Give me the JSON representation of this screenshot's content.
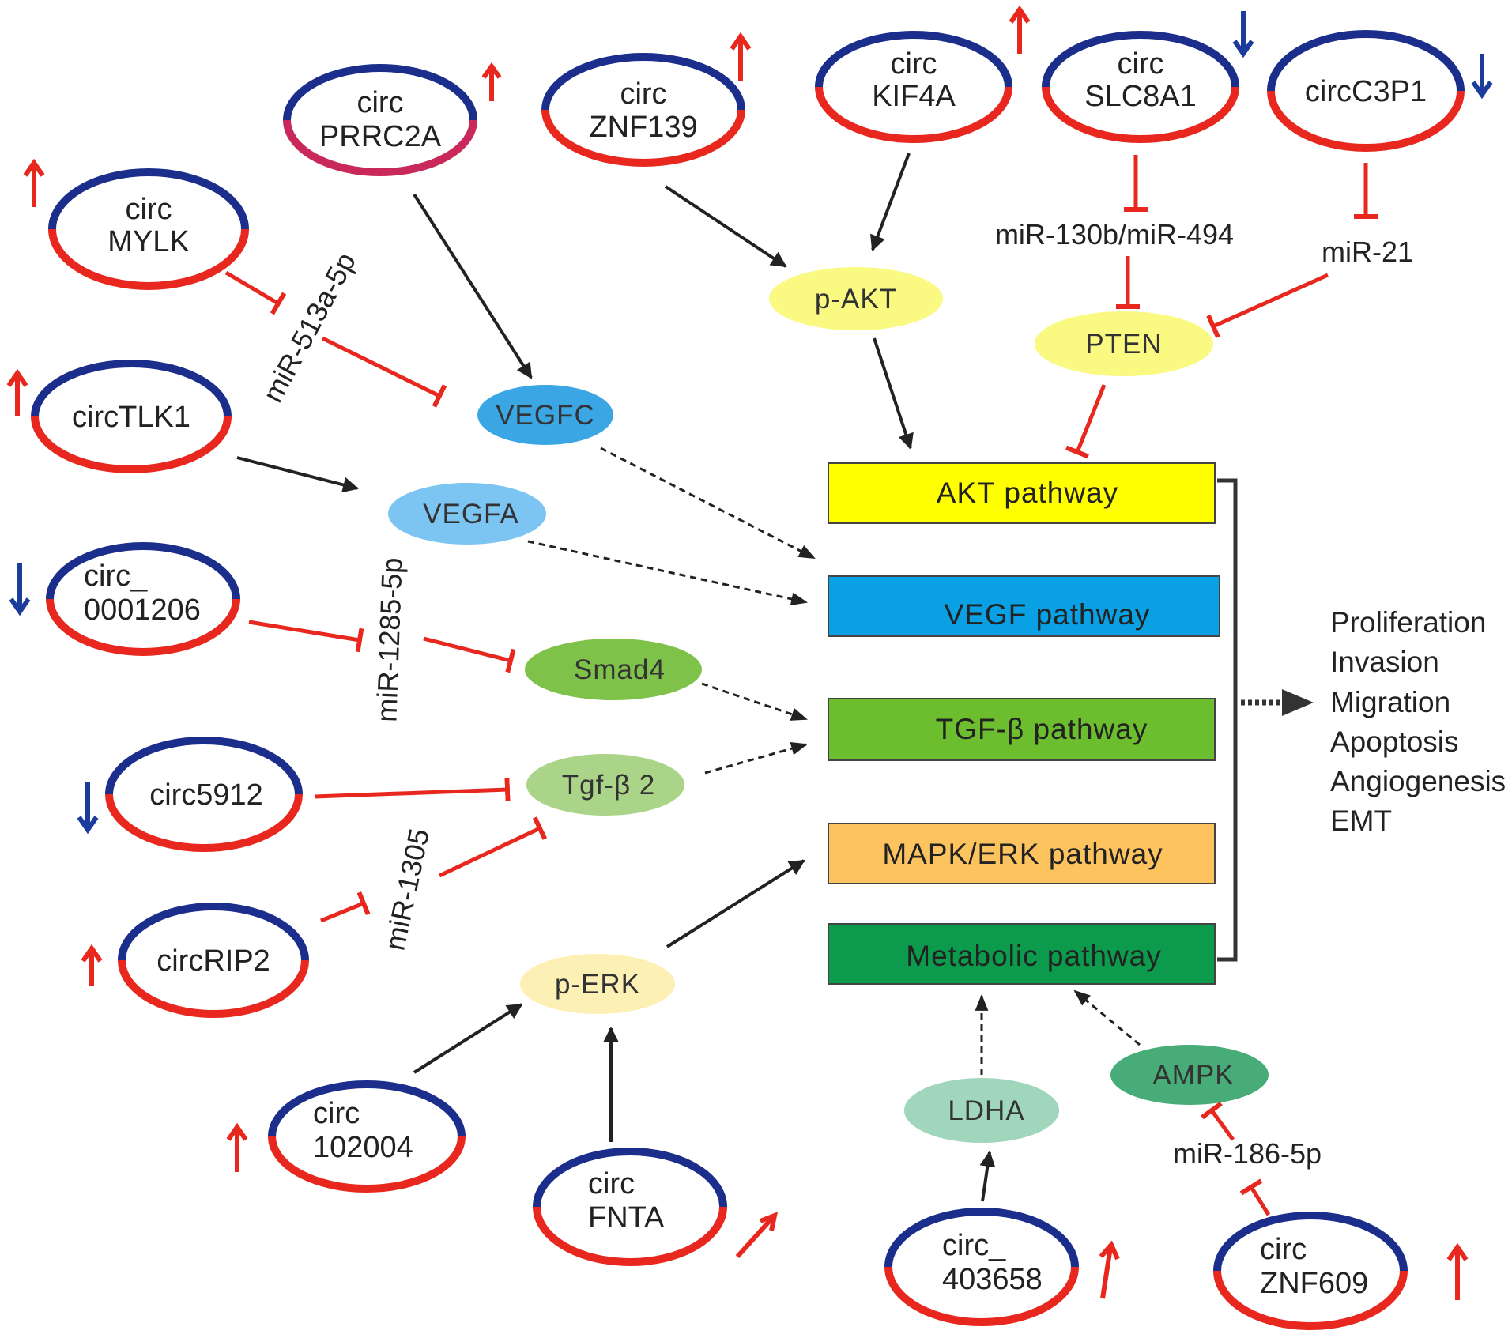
{
  "colors": {
    "circ_top": "#1c2e8c",
    "circ_bottom": "#e8281e",
    "up_arrow": "#e8281e",
    "down_arrow": "#1c3c9c",
    "inhibit": "#e8281e",
    "activate": "#222222",
    "node_yellow": "#fafa82",
    "node_blue": "#3aa6e4",
    "node_lightblue": "#7cc4f2",
    "node_green": "#7ec24a",
    "node_lightgreen": "#aad488",
    "node_cream": "#fdf0b4",
    "node_mint": "#9fd6bc",
    "node_teal": "#48ac78",
    "pw_akt": "#ffff00",
    "pw_vegf": "#0aa0e4",
    "pw_tgf": "#6cbe2e",
    "pw_mapk": "#fcc35e",
    "pw_metabolic": "#0c9a4c"
  },
  "circrnas": [
    {
      "id": "prrc2a",
      "line1": "circ",
      "line2": "PRRC2A",
      "trend": "up",
      "trend_icon": "up-arrow-icon"
    },
    {
      "id": "zfn139",
      "line1": "circ",
      "line2": "ZNF139",
      "trend": "up",
      "trend_icon": "up-arrow-icon"
    },
    {
      "id": "kif4a",
      "line1": "circ",
      "line2": "KIF4A",
      "trend": "up",
      "trend_icon": "up-arrow-icon"
    },
    {
      "id": "slc8a1",
      "line1": "circ",
      "line2": "SLC8A1",
      "trend": "down",
      "trend_icon": "down-arrow-icon"
    },
    {
      "id": "c3p1",
      "line1": "circC3P1",
      "line2": "",
      "trend": "down",
      "trend_icon": "down-arrow-icon"
    },
    {
      "id": "mylk",
      "line1": "circ",
      "line2": "MYLK",
      "trend": "up",
      "trend_icon": "up-arrow-icon"
    },
    {
      "id": "tlk1",
      "line1": "circTLK1",
      "line2": "",
      "trend": "up",
      "trend_icon": "up-arrow-icon"
    },
    {
      "id": "c0001206",
      "line1": "circ_",
      "line2": "0001206",
      "trend": "down",
      "trend_icon": "down-arrow-icon"
    },
    {
      "id": "c5912",
      "line1": "circ5912",
      "line2": "",
      "trend": "down",
      "trend_icon": "down-arrow-icon"
    },
    {
      "id": "rip2",
      "line1": "circRIP2",
      "line2": "",
      "trend": "up",
      "trend_icon": "up-arrow-icon"
    },
    {
      "id": "c102004",
      "line1": "circ",
      "line2": "102004",
      "trend": "up",
      "trend_icon": "up-arrow-icon"
    },
    {
      "id": "fnta",
      "line1": "circ",
      "line2": "FNTA",
      "trend": "up",
      "trend_icon": "up-arrow-icon"
    },
    {
      "id": "c403658",
      "line1": "circ_",
      "line2": "403658",
      "trend": "up",
      "trend_icon": "up-arrow-icon"
    },
    {
      "id": "znf609",
      "line1": "circ",
      "line2": "ZNF609",
      "trend": "up",
      "trend_icon": "up-arrow-icon"
    }
  ],
  "nodes": {
    "pakt": "p-AKT",
    "pten": "PTEN",
    "vegfc": "VEGFC",
    "vegfa": "VEGFA",
    "smad4": "Smad4",
    "tgfb2": "Tgf-β 2",
    "perk": "p-ERK",
    "ldha": "LDHA",
    "ampk": "AMPK"
  },
  "mirnas": {
    "mir130b_494": "miR-130b/miR-494",
    "mir21": "miR-21",
    "mir513a": "miR-513a-5p",
    "mir1285": "miR-1285-5p",
    "mir1305": "miR-1305",
    "mir186": "miR-186-5p"
  },
  "pathways": {
    "akt": "AKT pathway",
    "vegf": "VEGF pathway",
    "tgf": "TGF-β pathway",
    "mapk": "MAPK/ERK pathway",
    "metabolic": "Metabolic pathway"
  },
  "outcomes": [
    "Proliferation",
    "Invasion",
    "Migration",
    "Apoptosis",
    "Angiogenesis",
    "EMT"
  ]
}
